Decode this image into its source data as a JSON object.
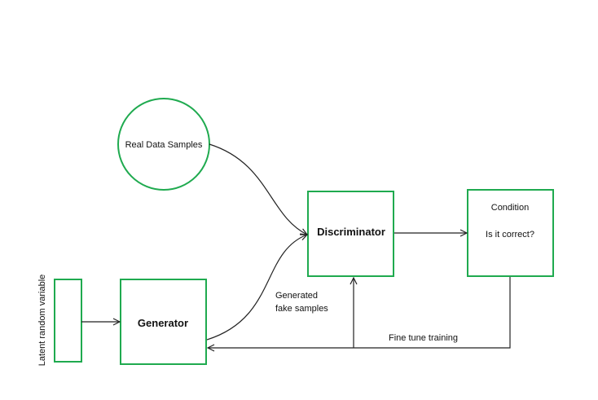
{
  "colors": {
    "node_stroke": "#1faa4f",
    "edge": "#222222",
    "text": "#111111",
    "background": "#ffffff"
  },
  "nodes": {
    "real_data": {
      "label": "Real Data Samples",
      "shape": "circle"
    },
    "latent": {
      "label": "Latent random variable",
      "shape": "rect"
    },
    "generator": {
      "label": "Generator",
      "shape": "rect"
    },
    "discriminator": {
      "label": "Discriminator",
      "shape": "rect"
    },
    "condition": {
      "line1": "Condition",
      "line2": "Is it correct?",
      "shape": "rect"
    }
  },
  "edges": {
    "generated_label_line1": "Generated",
    "generated_label_line2": "fake samples",
    "fine_tune_label": "Fine tune training"
  }
}
